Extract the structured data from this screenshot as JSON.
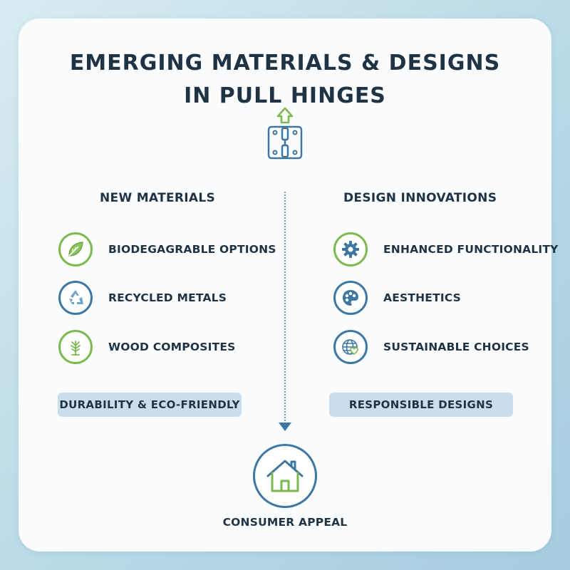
{
  "title": {
    "line1": "EMERGING MATERIALS & DESIGNS",
    "line2": "IN PULL HINGES"
  },
  "colors": {
    "green": "#7cba4f",
    "blue": "#3e77a3",
    "text": "#1f3345",
    "badge": "#c9dfee"
  },
  "left": {
    "heading": "NEW MATERIALS",
    "items": [
      {
        "label": "BIODEGAGRABLE OPTIONS",
        "icon": "leaf-icon"
      },
      {
        "label": "RECYCLED METALS",
        "icon": "recycle-icon"
      },
      {
        "label": "WOOD COMPOSITES",
        "icon": "tree-icon"
      }
    ],
    "badge": "DURABILITY & ECO-FRIENDLY"
  },
  "right": {
    "heading": "DESIGN INNOVATIONS",
    "items": [
      {
        "label": "ENHANCED FUNCTIONALITY",
        "icon": "gear-icon"
      },
      {
        "label": "AESTHETICS",
        "icon": "palette-icon"
      },
      {
        "label": "SUSTAINABLE CHOICES",
        "icon": "globe-heart-icon"
      }
    ],
    "badge": "RESPONSIBLE DESIGNS"
  },
  "bottom": {
    "label": "CONSUMER APPEAL",
    "icon": "house-icon"
  }
}
